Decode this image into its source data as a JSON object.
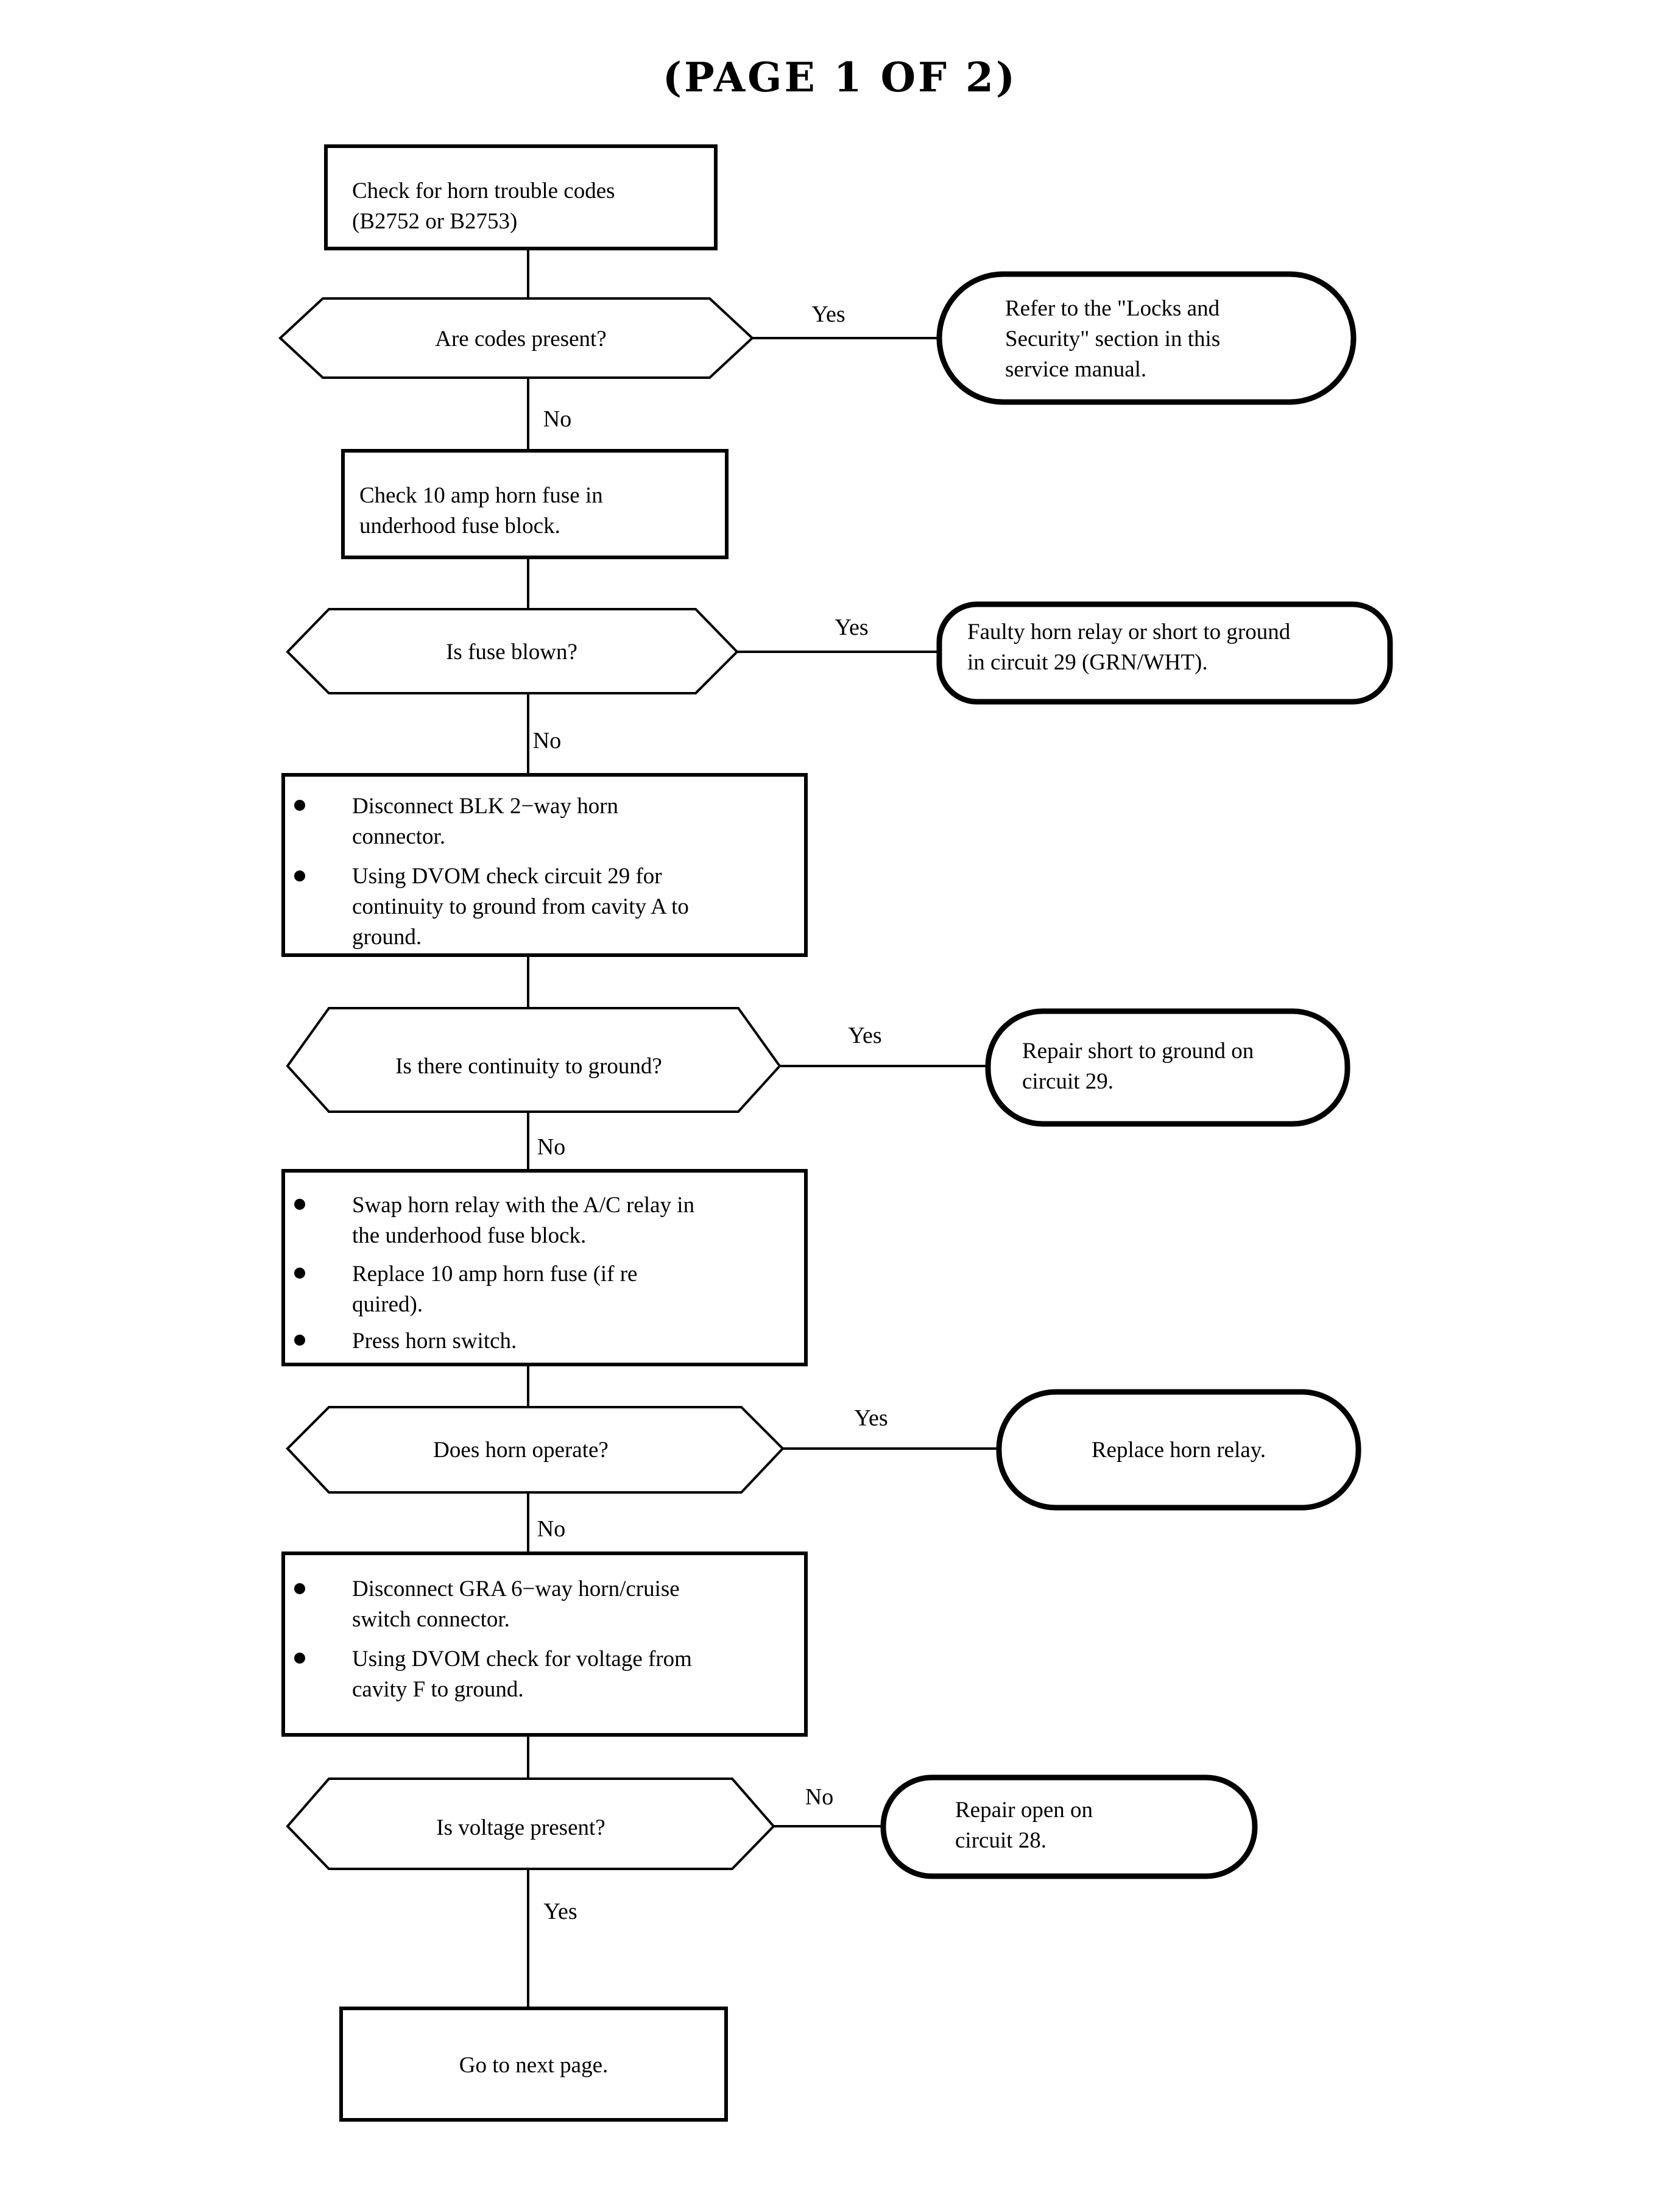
{
  "title": "(PAGE 1 OF 2)",
  "diagram_type": "flowchart",
  "subject": "Horn diagnostic troubleshooting chart",
  "nodes": {
    "n1": {
      "shape": "process",
      "lines": [
        "Check for horn trouble codes",
        "(B2752 or B2753)"
      ]
    },
    "d1": {
      "shape": "decision",
      "text": "Are codes present?",
      "yes_label": "Yes",
      "no_label": "No"
    },
    "t1": {
      "shape": "terminator",
      "lines": [
        "Refer to the \"Locks and",
        "Security\" section in this",
        "service manual."
      ]
    },
    "n2": {
      "shape": "process",
      "lines": [
        "Check 10 amp horn fuse in",
        "underhood fuse block."
      ]
    },
    "d2": {
      "shape": "decision",
      "text": "Is fuse blown?",
      "yes_label": "Yes",
      "no_label": "No"
    },
    "t2": {
      "shape": "terminator",
      "lines": [
        "Faulty horn relay or short to ground",
        "in circuit 29 (GRN/WHT)."
      ]
    },
    "n3": {
      "shape": "process-bullets",
      "bullets": [
        [
          "Disconnect BLK  2−way horn",
          "connector."
        ],
        [
          "Using DVOM check circuit 29 for",
          "continuity to ground from cavity A to",
          "ground."
        ]
      ]
    },
    "d3": {
      "shape": "decision",
      "text": "Is there continuity to ground?",
      "yes_label": "Yes",
      "no_label": "No"
    },
    "t3": {
      "shape": "terminator",
      "lines": [
        "Repair short to ground on",
        "circuit 29."
      ]
    },
    "n4": {
      "shape": "process-bullets",
      "bullets": [
        [
          "Swap horn relay with the A/C relay in",
          "the underhood fuse block."
        ],
        [
          "Replace 10 amp horn fuse (if re",
          "quired)."
        ],
        [
          "Press horn switch."
        ]
      ]
    },
    "d4": {
      "shape": "decision",
      "text": "Does horn operate?",
      "yes_label": "Yes",
      "no_label": "No"
    },
    "t4": {
      "shape": "terminator",
      "lines": [
        "Replace horn relay."
      ]
    },
    "n5": {
      "shape": "process-bullets",
      "bullets": [
        [
          "Disconnect GRA 6−way horn/cruise",
          "switch connector."
        ],
        [
          "Using DVOM check for voltage from",
          "cavity F to ground."
        ]
      ]
    },
    "d5": {
      "shape": "decision",
      "text": "Is voltage present?",
      "no_label": "No",
      "yes_label": "Yes"
    },
    "t5": {
      "shape": "terminator",
      "lines": [
        "Repair open on",
        "circuit 28."
      ]
    },
    "n6": {
      "shape": "process",
      "lines": [
        "Go to next page."
      ]
    }
  },
  "colors": {
    "ink": "#000000",
    "paper": "#ffffff"
  }
}
